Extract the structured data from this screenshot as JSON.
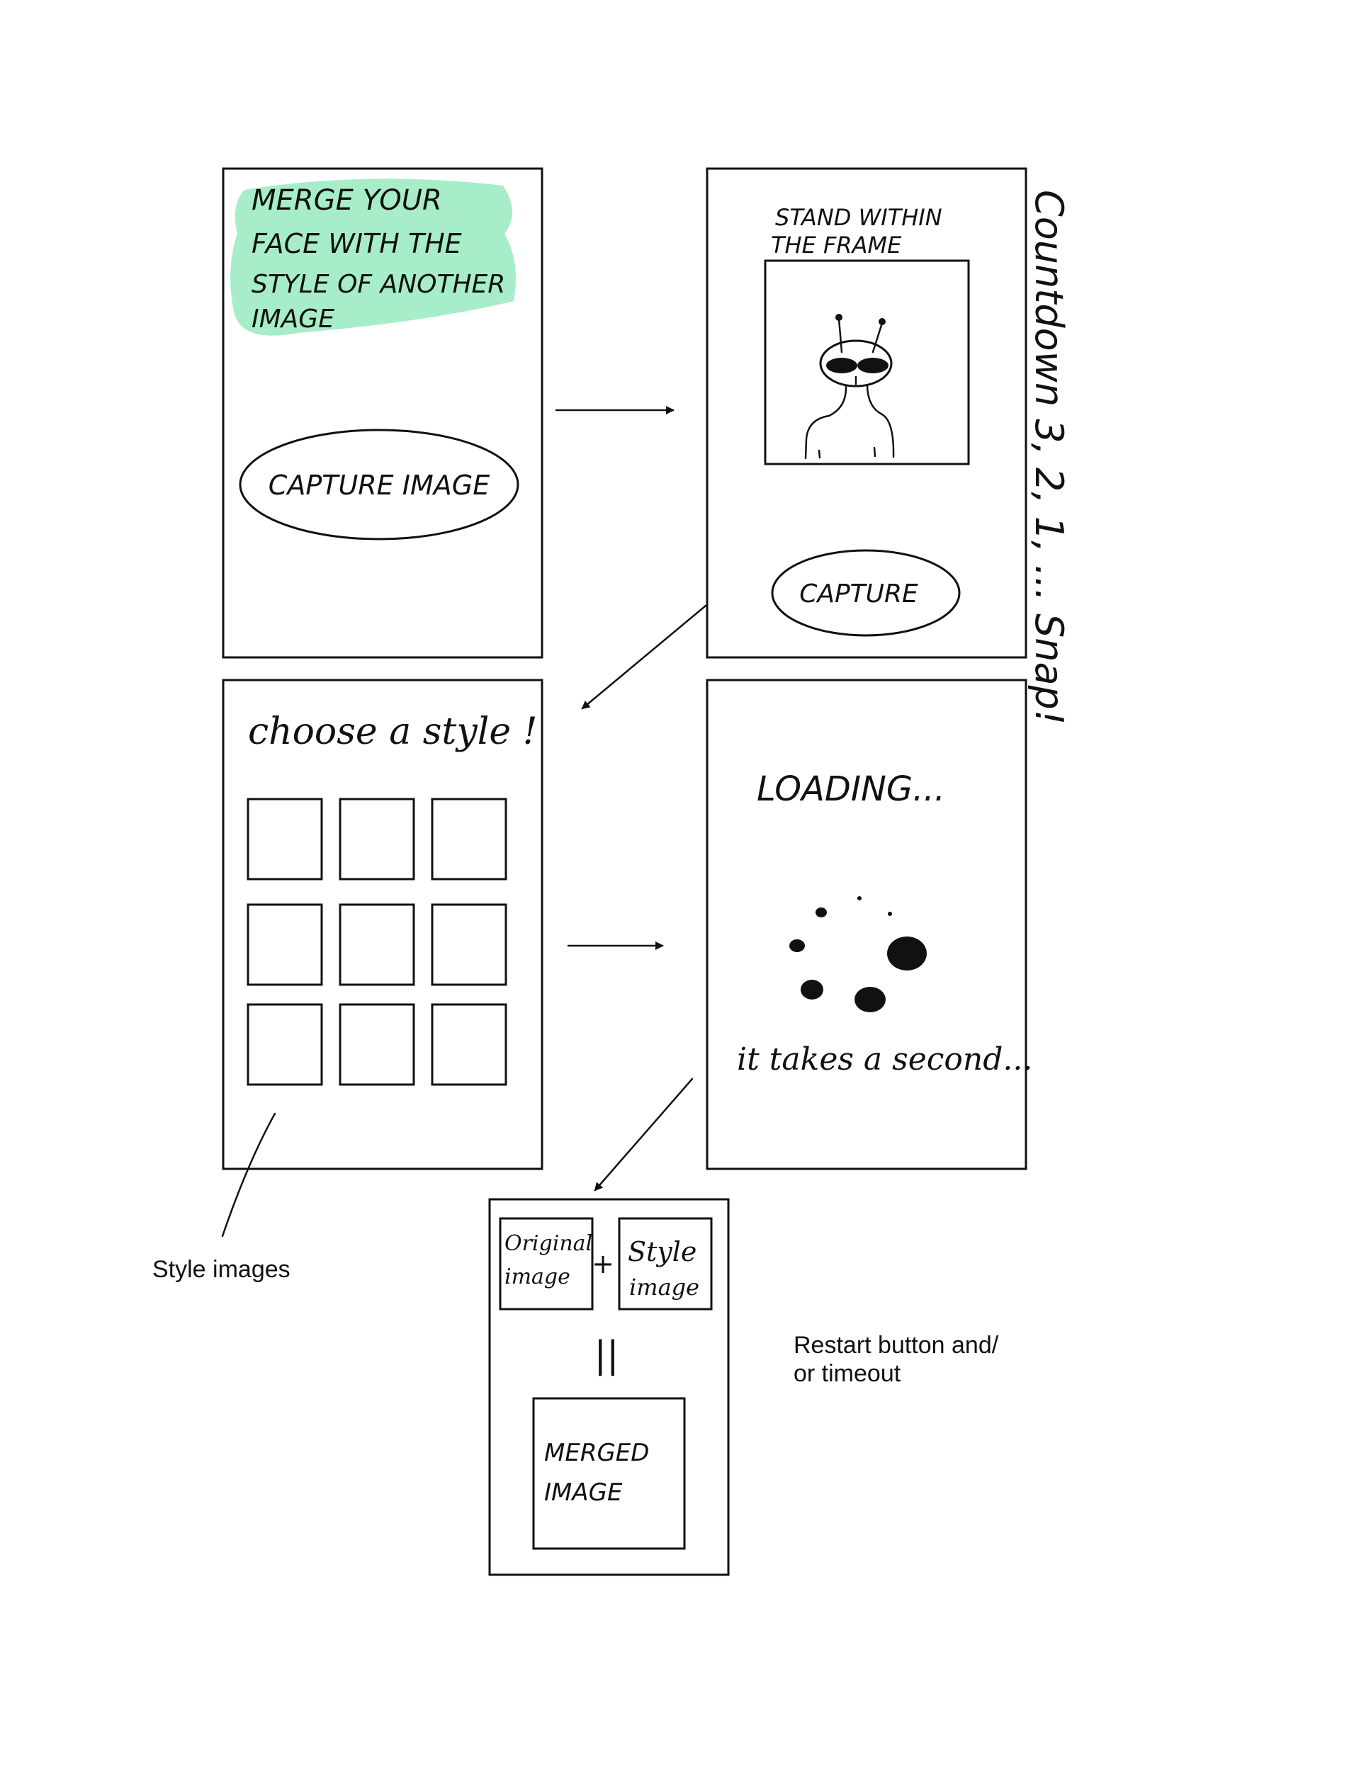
{
  "colors": {
    "ink": "#111111",
    "highlight": "#a8edc9",
    "paper": "#ffffff"
  },
  "screens": {
    "welcome": {
      "headline_lines": [
        "MERGE YOUR",
        "FACE WITH THE",
        "STYLE OF ANOTHER",
        "IMAGE"
      ],
      "button_label": "CAPTURE IMAGE"
    },
    "camera": {
      "instruction_lines": [
        "STAND WITHIN",
        "THE FRAME"
      ],
      "button_label": "CAPTURE",
      "preview_icon": "alien-face-icon"
    },
    "style_picker": {
      "title": "choose a style !",
      "tiles": [
        "",
        "",
        "",
        "",
        "",
        "",
        "",
        "",
        ""
      ]
    },
    "loading": {
      "title": "LOADING...",
      "subtitle": "it takes a second...",
      "spinner_icon": "loading-spinner-icon"
    },
    "result": {
      "original_lines": [
        "Original",
        "image"
      ],
      "plus": "+",
      "style_lines": [
        "Style",
        "image"
      ],
      "equals": "||",
      "merged_lines": [
        "MERGED",
        "IMAGE"
      ]
    }
  },
  "annotations": {
    "countdown": "Countdown 3, 2, 1, ... Snap!",
    "style_images": "Style images",
    "restart_lines": [
      "Restart button and/",
      "or timeout"
    ]
  }
}
